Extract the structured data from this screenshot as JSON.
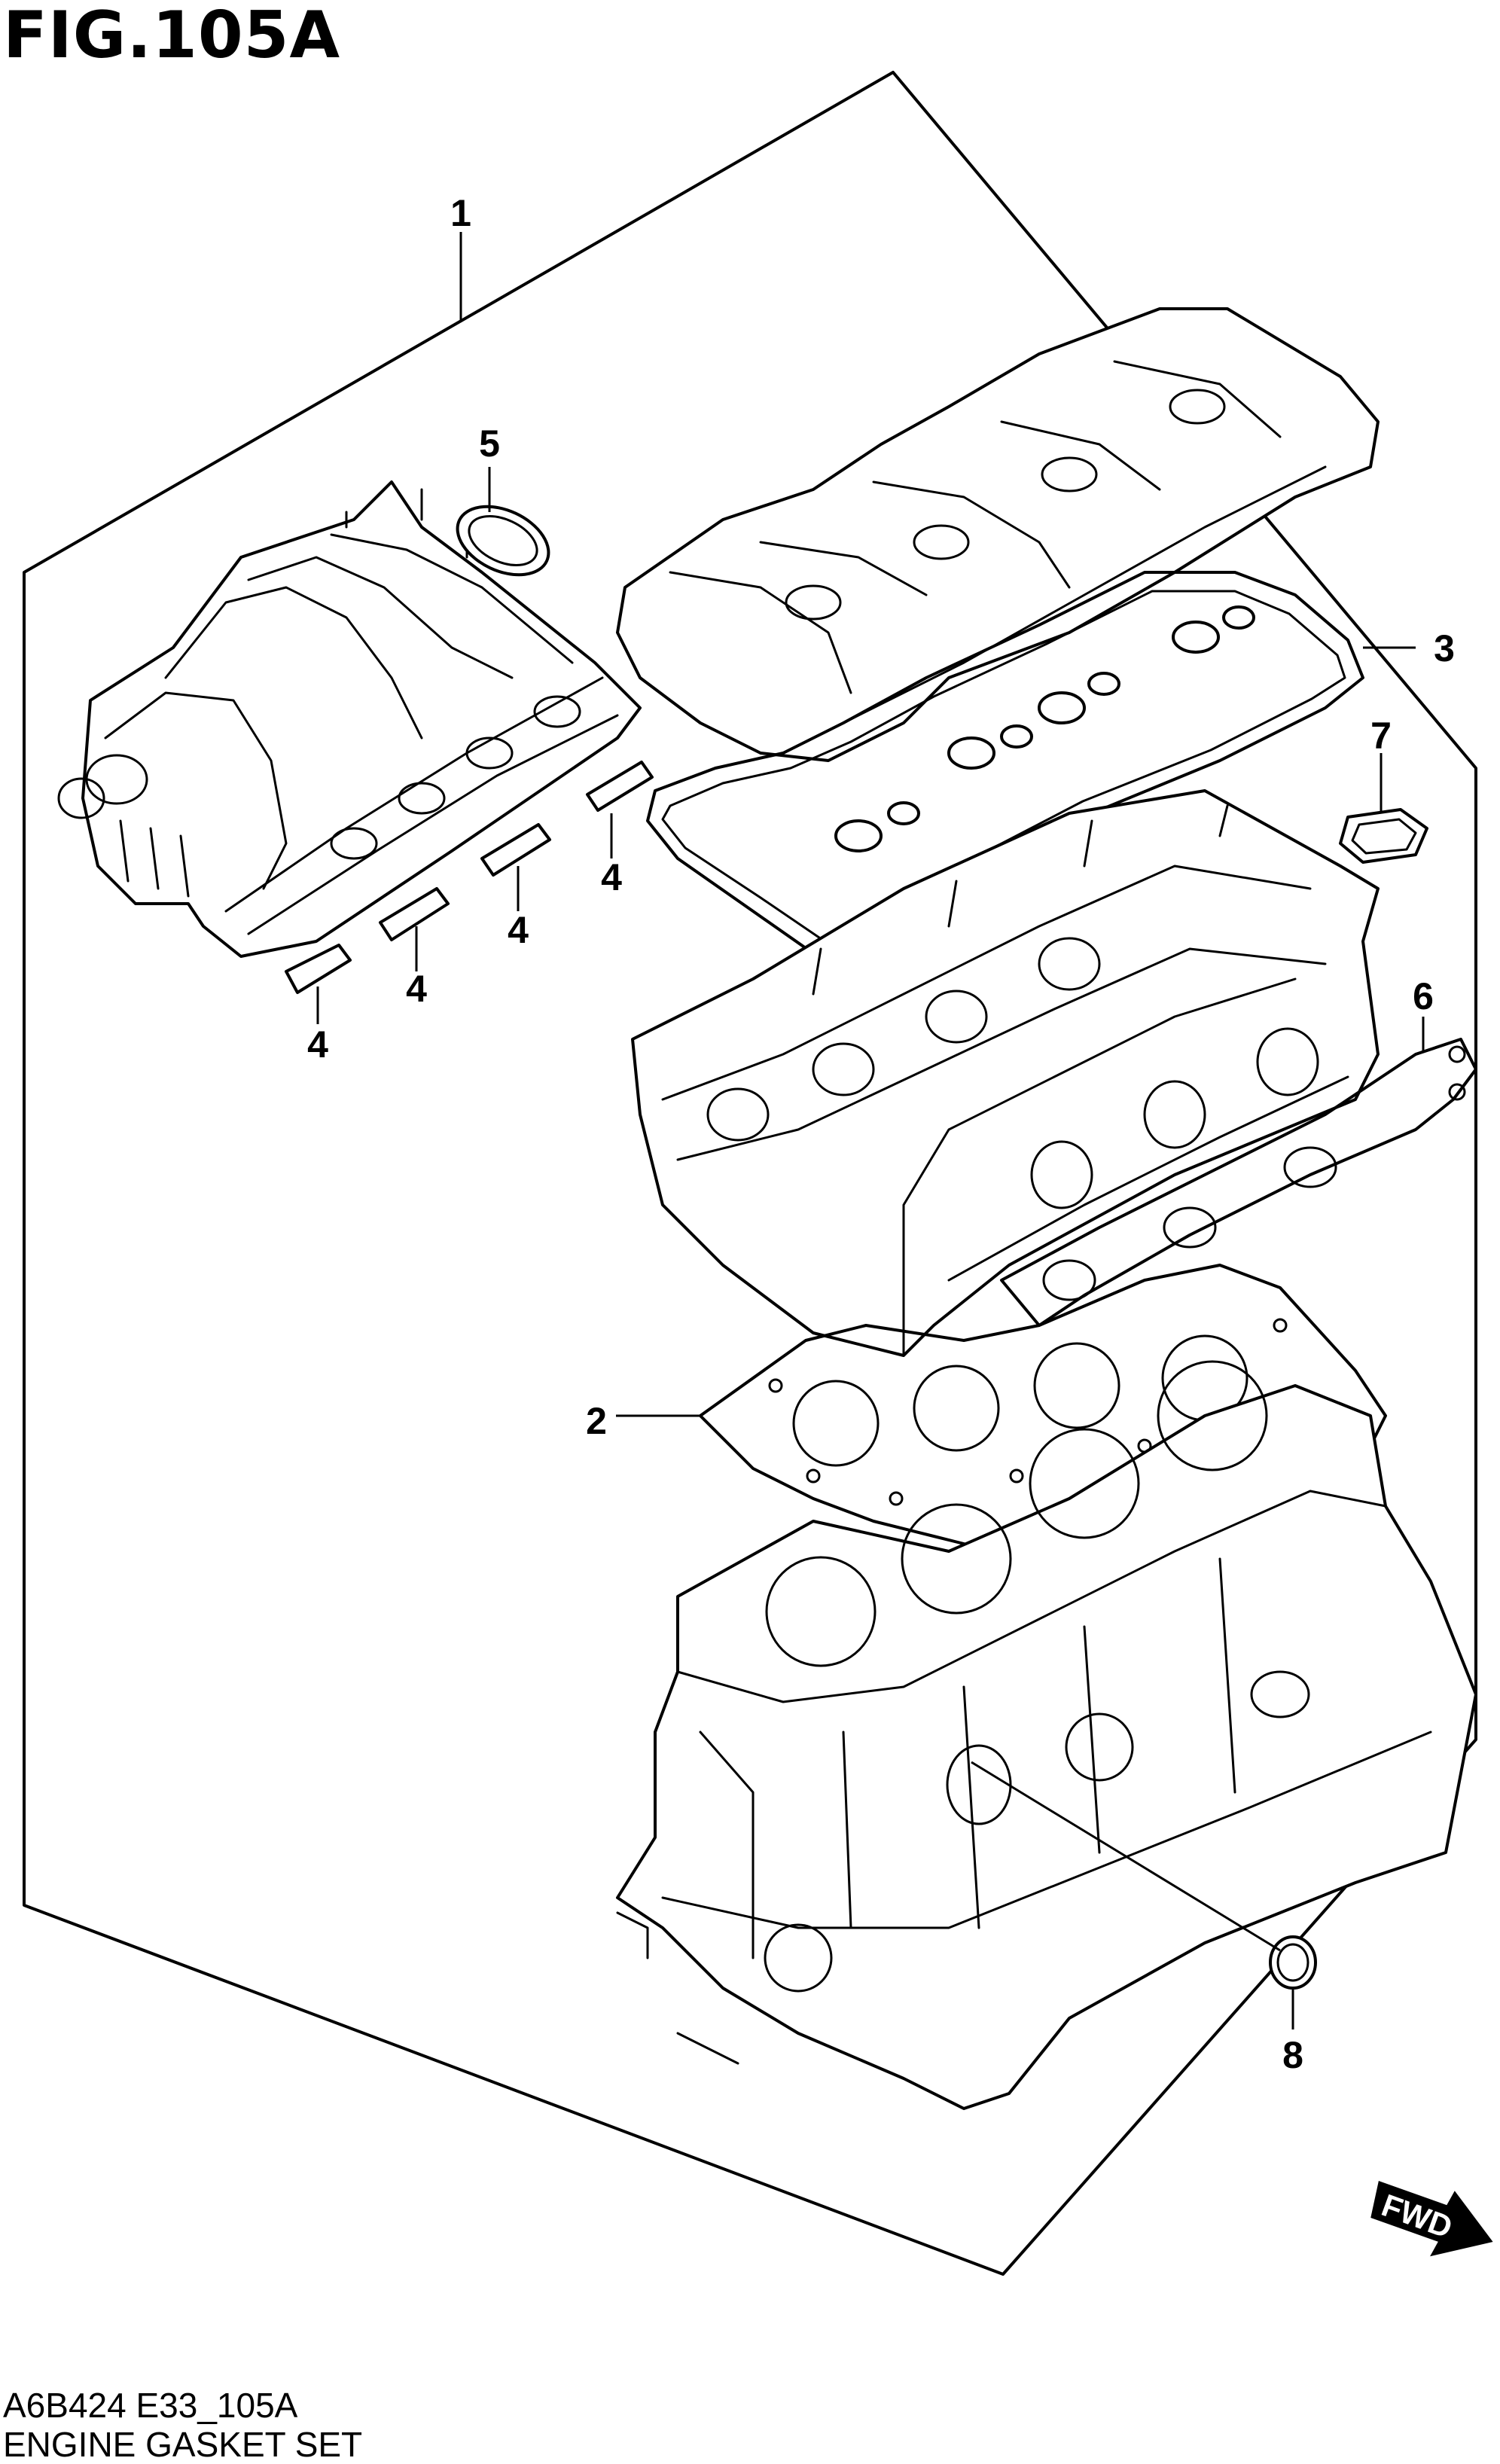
{
  "figure": {
    "title": "FIG.105A",
    "code": "A6B424 E33_105A",
    "name": "ENGINE GASKET SET",
    "direction_label": "FWD"
  },
  "callouts": [
    {
      "id": "c1",
      "label": "1"
    },
    {
      "id": "c2",
      "label": "2"
    },
    {
      "id": "c3",
      "label": "3"
    },
    {
      "id": "c4a",
      "label": "4"
    },
    {
      "id": "c4b",
      "label": "4"
    },
    {
      "id": "c4c",
      "label": "4"
    },
    {
      "id": "c4d",
      "label": "4"
    },
    {
      "id": "c5",
      "label": "5"
    },
    {
      "id": "c6",
      "label": "6"
    },
    {
      "id": "c7",
      "label": "7"
    },
    {
      "id": "c8",
      "label": "8"
    }
  ]
}
